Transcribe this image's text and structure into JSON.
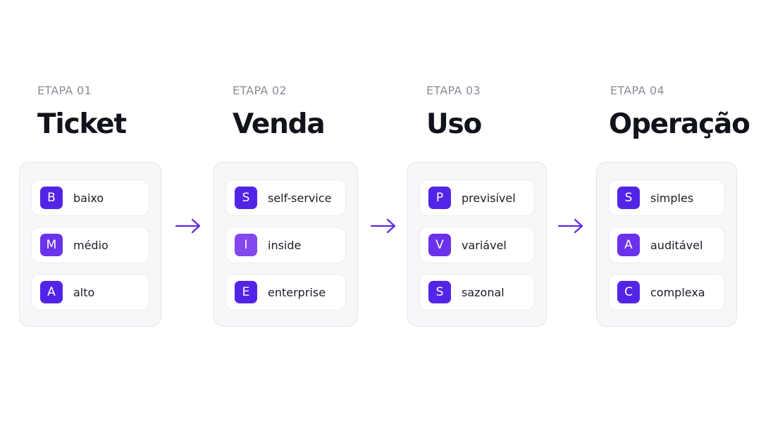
{
  "colors": {
    "accent": "#5b2be0",
    "card_bg": "#f7f7fa",
    "card_border": "#e2e3ea",
    "kicker": "#8a8d99",
    "title": "#11131c"
  },
  "stages": [
    {
      "step": "ETAPA 01",
      "title": "Ticket",
      "items": [
        {
          "letter": "B",
          "label": "baixo",
          "color": "#5225e6"
        },
        {
          "letter": "M",
          "label": "médio",
          "color": "#6a32ea"
        },
        {
          "letter": "A",
          "label": "alto",
          "color": "#5225e6"
        }
      ]
    },
    {
      "step": "ETAPA 02",
      "title": "Venda",
      "items": [
        {
          "letter": "S",
          "label": "self-service",
          "color": "#5225e6"
        },
        {
          "letter": "I",
          "label": "inside",
          "color": "#8348ee"
        },
        {
          "letter": "E",
          "label": "enterprise",
          "color": "#5225e6"
        }
      ]
    },
    {
      "step": "ETAPA 03",
      "title": "Uso",
      "items": [
        {
          "letter": "P",
          "label": "previsível",
          "color": "#5225e6"
        },
        {
          "letter": "V",
          "label": "variável",
          "color": "#6a32ea"
        },
        {
          "letter": "S",
          "label": "sazonal",
          "color": "#5225e6"
        }
      ]
    },
    {
      "step": "ETAPA 04",
      "title": "Operação",
      "items": [
        {
          "letter": "S",
          "label": "simples",
          "color": "#5225e6"
        },
        {
          "letter": "A",
          "label": "auditável",
          "color": "#6a32ea"
        },
        {
          "letter": "C",
          "label": "complexa",
          "color": "#5225e6"
        }
      ]
    }
  ],
  "connectors": [
    {
      "icon": "arrow-right-icon"
    },
    {
      "icon": "arrow-right-icon"
    },
    {
      "icon": "arrow-right-icon"
    }
  ]
}
